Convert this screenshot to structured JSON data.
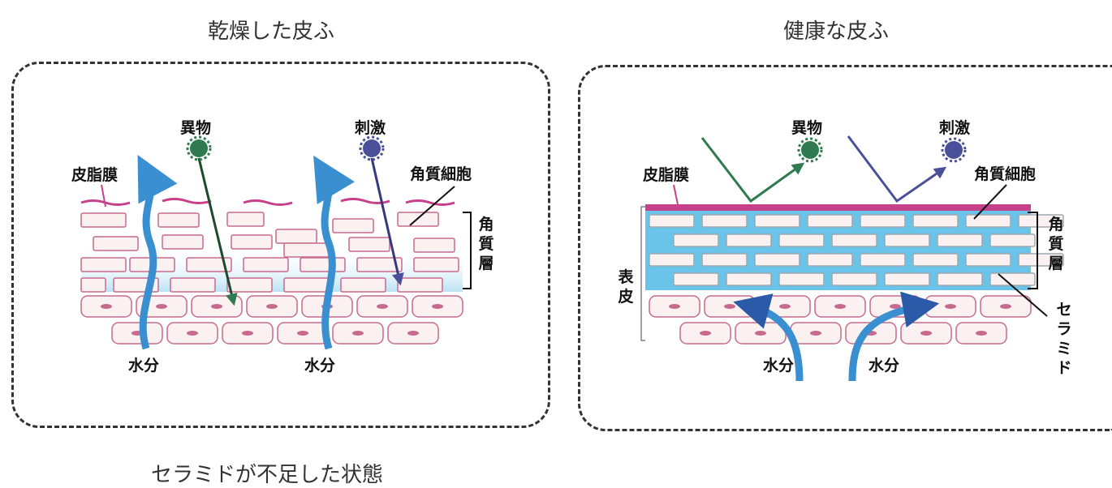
{
  "titles": {
    "left": "乾燥した皮ふ",
    "right": "健康な皮ふ",
    "caption": "セラミドが不足した状態"
  },
  "left_panel": {
    "foreign_matter": "異物",
    "irritant": "刺激",
    "sebum_film": "皮脂膜",
    "corneocyte": "角質細胞",
    "stratum_corneum": "角質層",
    "water_1": "水分",
    "water_2": "水分"
  },
  "right_panel": {
    "foreign_matter": "異物",
    "irritant": "刺激",
    "sebum_film": "皮脂膜",
    "corneocyte": "角質細胞",
    "stratum_corneum": "角質層",
    "epidermis": "表皮",
    "ceramide": "セラミド",
    "water_1": "水分",
    "water_2": "水分"
  },
  "colors": {
    "sebum": "#c8408a",
    "cell_outline": "#c86a8e",
    "cell_fill": "#fbf1f1",
    "water_arrow": "#3a8fd0",
    "ceramide_blue": "#6ac3e8",
    "foreign_green": "#2f7a4e",
    "irritant_purple": "#4a4f9a"
  }
}
